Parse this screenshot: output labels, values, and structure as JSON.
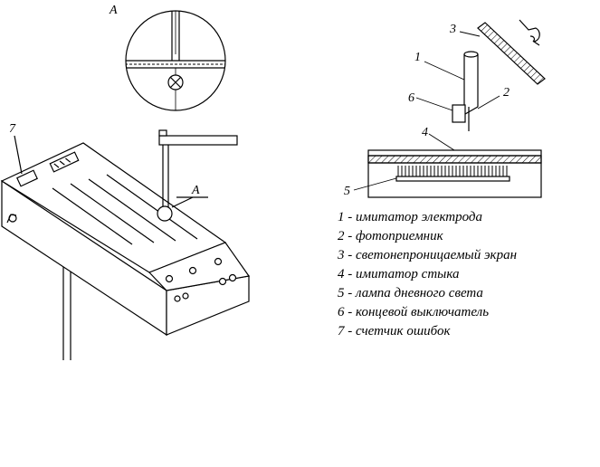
{
  "callouts": {
    "view": "A",
    "detail": "A",
    "c1": "1",
    "c2": "2",
    "c3": "3",
    "c4": "4",
    "c5": "5",
    "c6": "6",
    "c7": "7"
  },
  "legend": [
    "1 - имитатор электрода",
    "2 - фотоприемник",
    "3 - светонепроницаемый экран",
    "4 - имитатор стыка",
    "5 - лампа дневного света",
    "6 - концевой выключатель",
    "7 - счетчик ошибок"
  ]
}
